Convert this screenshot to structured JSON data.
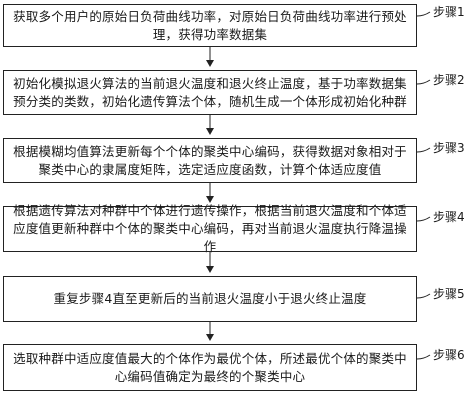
{
  "steps": [
    {
      "label": "步骤1",
      "text": "获取多个用户的原始日负荷曲线功率，对原始日负荷曲线功率进行预处理，获得功率数据集"
    },
    {
      "label": "步骤2",
      "text": "初始化模拟退火算法的当前退火温度和退火终止温度，基于功率数据集预分类的类数，初始化遗传算法个体，随机生成一个体形成初始化种群"
    },
    {
      "label": "步骤3",
      "text": "根据模糊均值算法更新每个个体的聚类中心编码，获得数据对象相对于聚类中心的隶属度矩阵，选定适应度函数，计算个体适应度值"
    },
    {
      "label": "步骤4",
      "text": "根据遗传算法对种群中个体进行遗传操作，根据当前退火温度和个体适应度值更新种群中个体的聚类中心编码，再对当前退火温度执行降温操作"
    },
    {
      "label": "步骤5",
      "text": "重复步骤4直至更新后的当前退火温度小于退火终止温度"
    },
    {
      "label": "步骤6",
      "text": "选取种群中适应度值最大的个体作为最优个体，所述最优个体的聚类中心编码值确定为最终的个聚类中心"
    }
  ]
}
